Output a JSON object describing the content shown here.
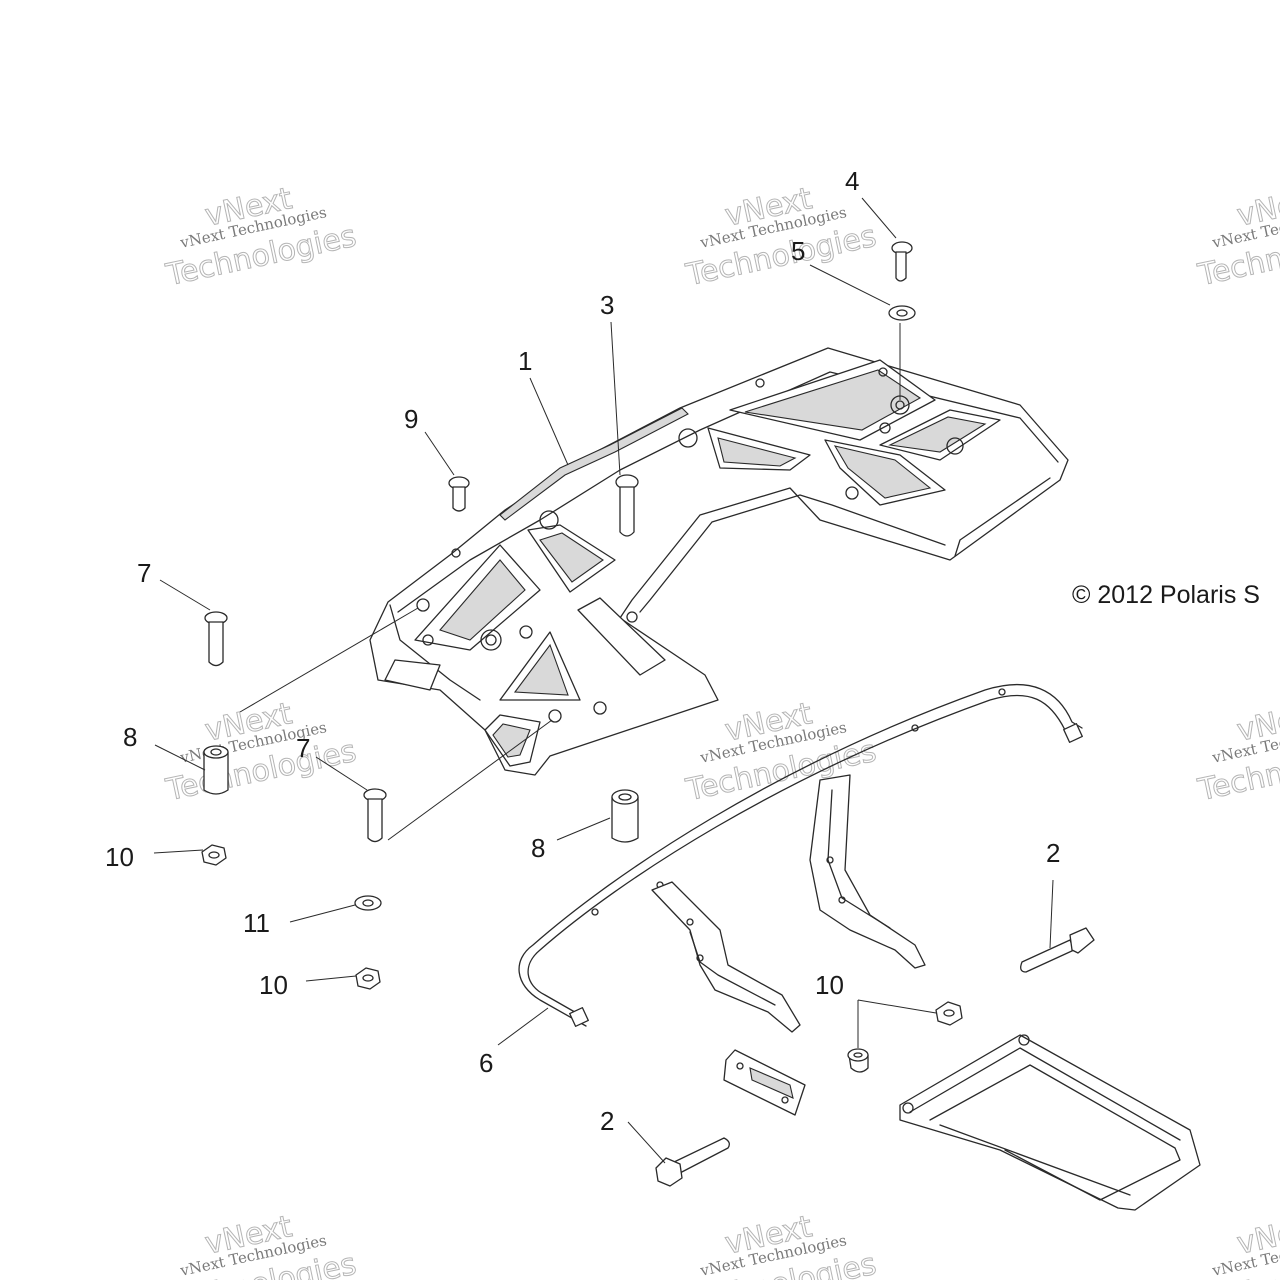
{
  "copyright": "© 2012 Polaris S",
  "watermark": {
    "line1": "vNext Technologies",
    "line2_top": "vNext",
    "line2_bottom": "Technologies"
  },
  "callouts": [
    {
      "id": "c1",
      "label": "1"
    },
    {
      "id": "c2a",
      "label": "2"
    },
    {
      "id": "c2b",
      "label": "2"
    },
    {
      "id": "c3",
      "label": "3"
    },
    {
      "id": "c4",
      "label": "4"
    },
    {
      "id": "c5",
      "label": "5"
    },
    {
      "id": "c6",
      "label": "6"
    },
    {
      "id": "c7a",
      "label": "7"
    },
    {
      "id": "c7b",
      "label": "7"
    },
    {
      "id": "c8a",
      "label": "8"
    },
    {
      "id": "c8b",
      "label": "8"
    },
    {
      "id": "c9",
      "label": "9"
    },
    {
      "id": "c10a",
      "label": "10"
    },
    {
      "id": "c10b",
      "label": "10"
    },
    {
      "id": "c10c",
      "label": "10"
    },
    {
      "id": "c11",
      "label": "11"
    }
  ]
}
